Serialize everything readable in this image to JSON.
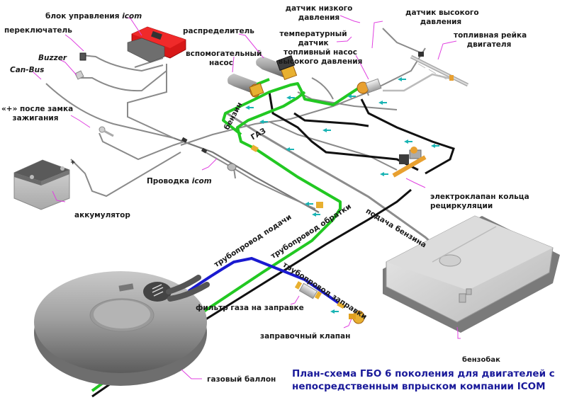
{
  "title": {
    "line1": "План-схема ГБО 6 поколения для двигателей с",
    "line2": "непосредственным впрыском компании ICOM"
  },
  "colors": {
    "title": "#1a1a9a",
    "leader": "#e040e0",
    "gas_line": "#22c822",
    "return_line": "#111111",
    "filling_line": "#1a1ad0",
    "ecu": "#e01010",
    "flow_arrow": "#1ab4b4",
    "brass": "#e0a020"
  },
  "labels": {
    "ecu": {
      "text": "блок управления ",
      "brand": "icom"
    },
    "switch": "переключатель",
    "buzzer": "Buzzer",
    "canbus": "Can-Bus",
    "ignition_1": "«+» после замка",
    "ignition_2": "зажигания",
    "wiring": {
      "text": "Проводка ",
      "brand": "icom"
    },
    "battery": "аккумулятор",
    "distributor": "распределитель",
    "aux_pump_1": "вспомогательный",
    "aux_pump_2": "насос",
    "low_pressure_1": "датчик низкого",
    "low_pressure_2": "давления",
    "temp_sensor_1": "температурный",
    "temp_sensor_2": "датчик",
    "hp_pump_1": "топливный насос",
    "hp_pump_2": "высокого давления",
    "high_pressure_1": "датчик высокого",
    "high_pressure_2": "давления",
    "fuel_rail_1": "топливная рейка",
    "fuel_rail_2": "двигателя",
    "recirc_valve_1": "электроклапан кольца",
    "recirc_valve_2": "рециркуляции",
    "petrol": "бензин",
    "gas": "ГАЗ",
    "petrol_supply": "подача бензина",
    "supply_line": "трубопровод подачи",
    "return_line": "трубопровод обратки",
    "filling_line": "трубопровод заправки",
    "gas_filter": "фильтр газа на заправке",
    "filling_valve": "заправочный клапан",
    "petrol_tank": "бензобак",
    "gas_cylinder": "газовый баллон"
  },
  "ecu_brand_text": "icom"
}
